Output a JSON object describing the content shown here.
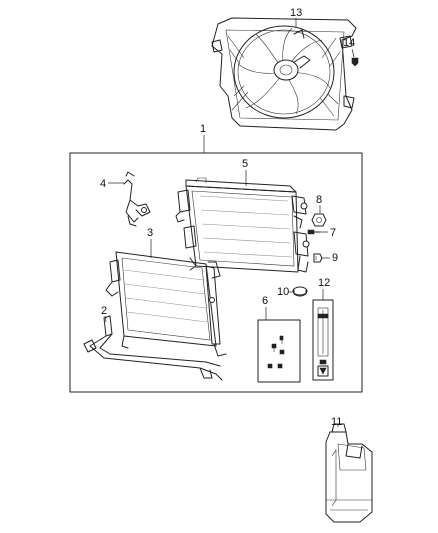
{
  "callouts": {
    "c1": "1",
    "c2": "2",
    "c3": "3",
    "c4": "4",
    "c5": "5",
    "c6": "6",
    "c7": "7",
    "c8": "8",
    "c9": "9",
    "c10": "10",
    "c11": "11",
    "c12": "12",
    "c13": "13",
    "c14": "14"
  },
  "parts": [
    {
      "callout": "1",
      "icon": "assembly-box-outline"
    },
    {
      "callout": "2",
      "icon": "cooler-lines-drawing"
    },
    {
      "callout": "3",
      "icon": "condenser-drawing"
    },
    {
      "callout": "4",
      "icon": "hose-bracket-drawing"
    },
    {
      "callout": "5",
      "icon": "radiator-drawing"
    },
    {
      "callout": "6",
      "icon": "hardware-kit-drawing"
    },
    {
      "callout": "7",
      "icon": "bolt-drawing"
    },
    {
      "callout": "8",
      "icon": "nut-drawing"
    },
    {
      "callout": "9",
      "icon": "plug-drawing"
    },
    {
      "callout": "10",
      "icon": "cap-drawing"
    },
    {
      "callout": "11",
      "icon": "coolant-jug-drawing"
    },
    {
      "callout": "12",
      "icon": "seal-kit-drawing"
    },
    {
      "callout": "13",
      "icon": "fan-shroud-drawing"
    },
    {
      "callout": "14",
      "icon": "push-pin-drawing"
    }
  ]
}
